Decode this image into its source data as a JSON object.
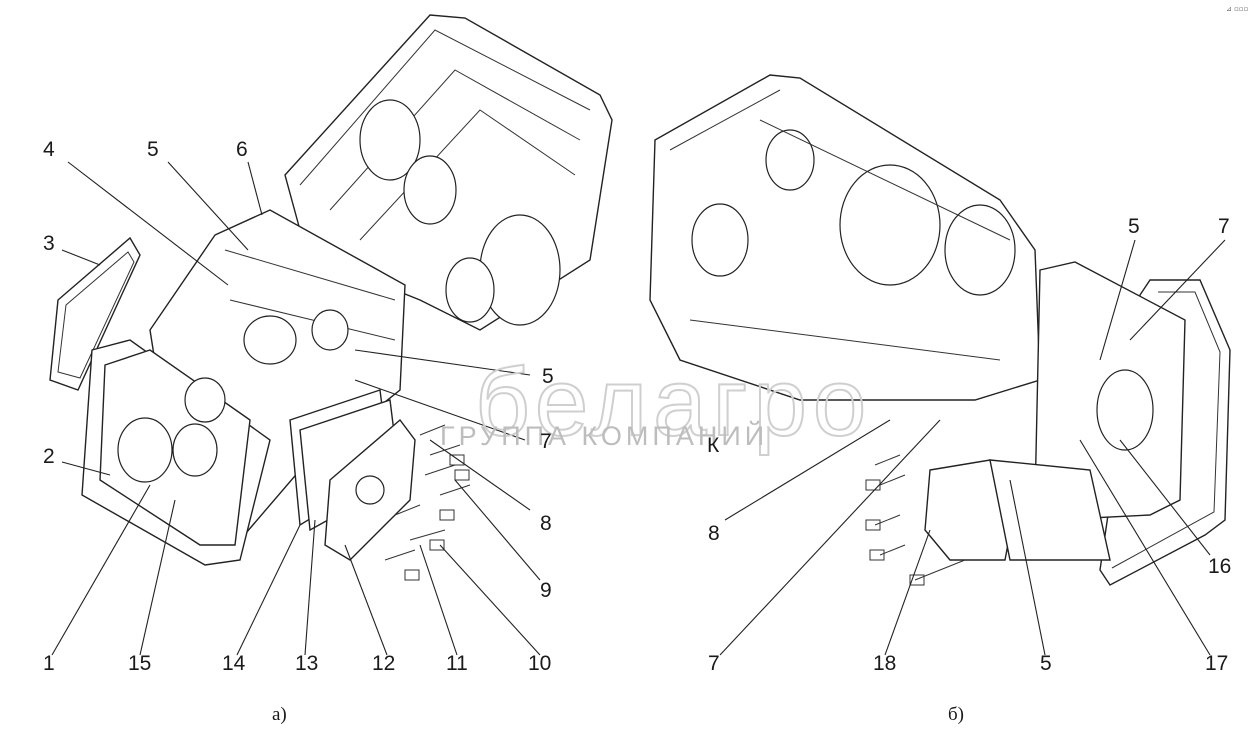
{
  "watermark": {
    "main": "белагро",
    "sub": "ГРУППА КОМПАНИЙ"
  },
  "corner_mark": "⊿ ▫▫▫",
  "view_a": {
    "caption": "а)",
    "callouts": [
      "4",
      "5",
      "6",
      "3",
      "5",
      "2",
      "7",
      "8",
      "9",
      "1",
      "15",
      "14",
      "13",
      "12",
      "11",
      "10"
    ]
  },
  "view_b": {
    "caption": "б)",
    "letter_k": "К",
    "callouts": [
      "5",
      "7",
      "8",
      "16",
      "7",
      "18",
      "5",
      "17"
    ]
  }
}
